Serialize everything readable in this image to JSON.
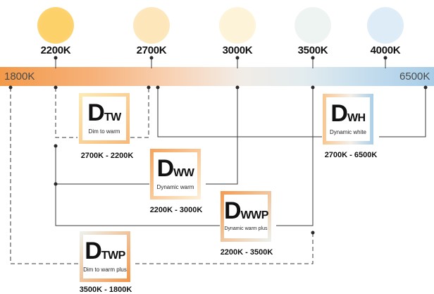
{
  "temperatures": [
    "2200K",
    "2700K",
    "3000K",
    "3500K",
    "4000K"
  ],
  "circle_colors": [
    "#fdd16a",
    "#fde6ba",
    "#fdf3d8",
    "#eef4f1",
    "#ddecf7"
  ],
  "bar": {
    "start": "1800K",
    "end": "6500K"
  },
  "products": [
    {
      "code_main": "D",
      "code_sub": "TW",
      "caption": "Dim to warm",
      "range": "2700K - 2200K"
    },
    {
      "code_main": "D",
      "code_sub": "WW",
      "caption": "Dynamic warm",
      "range": "2200K - 3000K"
    },
    {
      "code_main": "D",
      "code_sub": "WWP",
      "caption": "Dynamic warm plus",
      "range": "2200K - 3500K"
    },
    {
      "code_main": "D",
      "code_sub": "TWP",
      "caption": "Dim to warm plus",
      "range": "3500K - 1800K"
    },
    {
      "code_main": "D",
      "code_sub": "WH",
      "caption": "Dynamic white",
      "range": "2700K - 6500K"
    }
  ]
}
